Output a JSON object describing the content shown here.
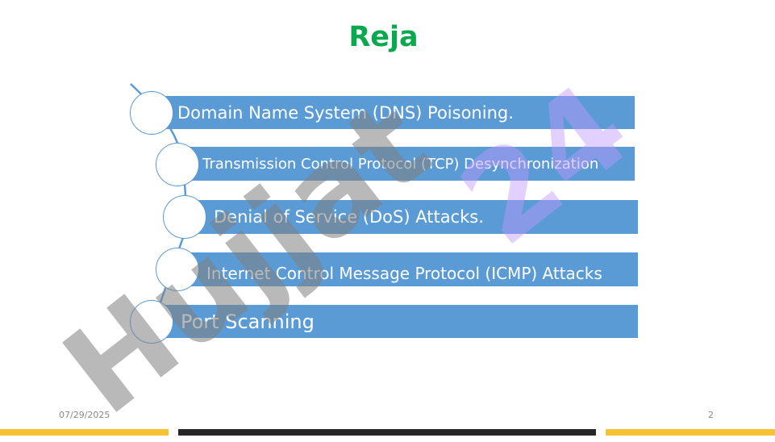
{
  "slide": {
    "title": "Reja",
    "items": [
      {
        "label": "Domain Name System (DNS) Poisoning."
      },
      {
        "label": "Transmission Control Protocol (TCP) Desynchronization"
      },
      {
        "label": "Denial of Service (DoS) Attacks."
      },
      {
        "label": "Internet Control Message Protocol (ICMP) Attacks"
      },
      {
        "label": "Port Scanning"
      }
    ],
    "watermark_gray": "Hujjat",
    "watermark_purple": "24"
  },
  "footer": {
    "date": "07/29/2025",
    "page_number": "2"
  },
  "colors": {
    "title": "#0aa84f",
    "bar": "#5b9bd5",
    "footer_accent": "#f5c232",
    "footer_dark": "#262626"
  }
}
